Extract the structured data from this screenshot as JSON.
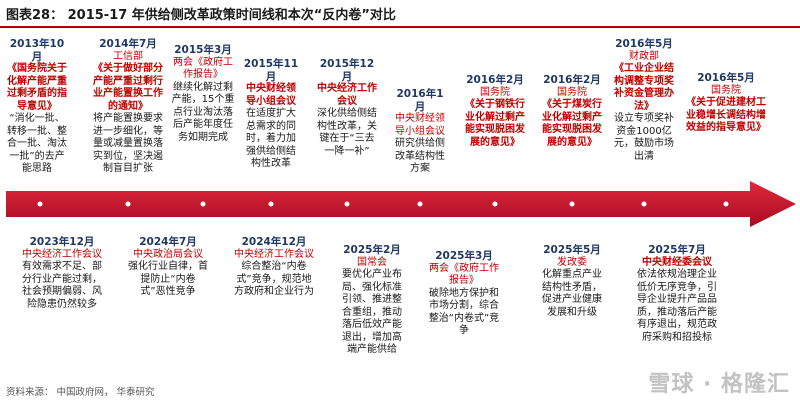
{
  "header": {
    "title": "图表28： 2015-17 年供给侧改革政策时间线和本次“反内卷”对比"
  },
  "top_events": [
    {
      "date": "2013年10月",
      "org": "",
      "doc": "《国务院关于化解产能严重过剩矛盾的指导意见》",
      "body": "“消化一批、转移一批、整合一批、淘汰一批”的去产能思路"
    },
    {
      "date": "2014年7月",
      "org": "工信部",
      "doc": "《关于做好部分产能严重过剩行业产能置换工作的通知》",
      "body": "将产能置换要求进一步细化，等量或减量置换落实到位，坚决遏制盲目扩张"
    },
    {
      "date": "2015年3月",
      "org": "两会",
      "doc": "《政府工作报告》",
      "body": "继续化解过剩产能，15个重点行业淘汰落后产能年度任务如期完成"
    },
    {
      "date": "2015年11月",
      "org": "中央财经领导小组会议",
      "doc": "",
      "body": "在适度扩大总需求的同时，着力加强供给侧结构性改革"
    },
    {
      "date": "2015年12月",
      "org": "中央经济工作会议",
      "doc": "",
      "body": "深化供给侧结构性改革，关键在于“三去一降一补”"
    },
    {
      "date": "2016年1月",
      "org": "中央财经领导小组会议",
      "doc": "",
      "body": "研究供给侧改革结构性方案"
    },
    {
      "date": "2016年2月",
      "org": "国务院",
      "doc": "《关于钢铁行业化解过剩产能实现脱困发展的意见》",
      "body": ""
    },
    {
      "date": "2016年2月",
      "org": "国务院",
      "doc": "《关于煤炭行业化解过剩产能实现脱困发展的意见》",
      "body": ""
    },
    {
      "date": "2016年5月",
      "org": "财政部",
      "doc": "《工业企业结构调整专项奖补资金管理办法》",
      "body": "设立专项奖补资金1000亿元，鼓励市场出清"
    },
    {
      "date": "2016年5月",
      "org": "国务院",
      "doc": "《关于促进建材工业稳增长调结构增效益的指导意见》",
      "body": ""
    }
  ],
  "bottom_events": [
    {
      "date": "2023年12月",
      "org": "中央经济工作会议",
      "doc": "",
      "body": "有效需求不足、部分行业产能过剩，社会预期偏弱、风险隐患仍然较多"
    },
    {
      "date": "2024年7月",
      "org": "中央政治局会议",
      "doc": "",
      "body": "强化行业自律，首提防止“内卷式”恶性竞争"
    },
    {
      "date": "2024年12月",
      "org": "中央经济工作会议",
      "doc": "",
      "body": "综合整治“内卷式”竞争，规范地方政府和企业行为"
    },
    {
      "date": "2025年2月",
      "org": "国常会",
      "doc": "",
      "body": "要优化产业布局、强化标准引领、推进整合重组，推动落后低效产能退出，增加高端产能供给"
    },
    {
      "date": "2025年3月",
      "org": "两会",
      "doc": "《政府工作报告》",
      "body": "破除地方保护和市场分割，综合整治“内卷式”竞争"
    },
    {
      "date": "2025年5月",
      "org": "发改委",
      "doc": "",
      "body": "化解重点产业结构性矛盾，促进产业健康发展和升级"
    },
    {
      "date": "2025年7月",
      "org": "中央财经委会议",
      "doc": "",
      "body": "依法依规治理企业低价无序竞争，引导企业提升产品品质，推动落后产能有序退出，规范政府采购和招投标"
    }
  ],
  "footer": {
    "source": "资料来源： 中国政府网， 华泰研究",
    "watermark": "雪球 · 格隆汇"
  },
  "colors": {
    "accent": "#c00000",
    "date": "#1f3864",
    "arrow": "#c8102e"
  }
}
